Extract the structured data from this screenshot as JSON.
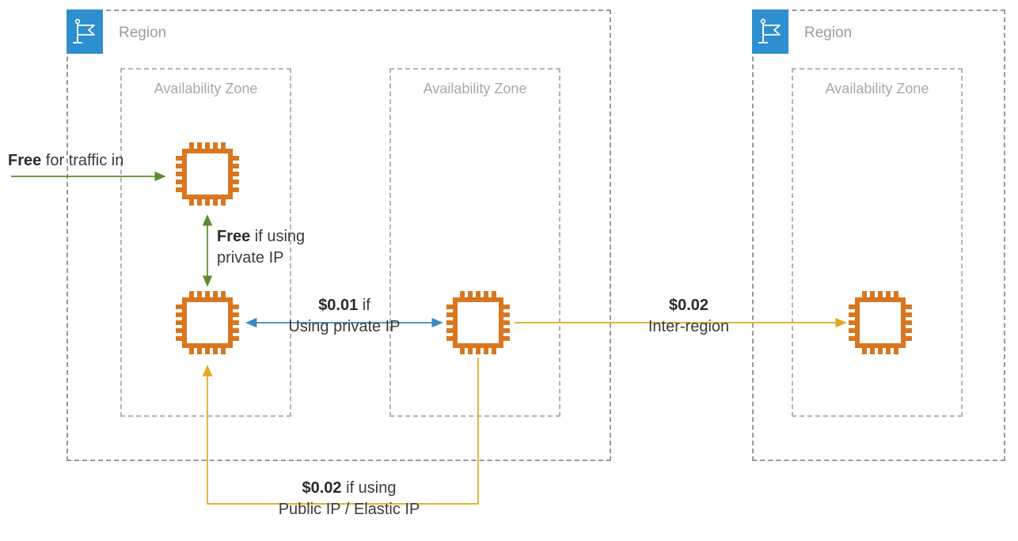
{
  "diagram": {
    "title": "AWS data transfer cost diagram",
    "colors": {
      "region_flag_bg": "#2d8fd0",
      "ec2_orange": "#d9761f",
      "green_arrow": "#5d8c2f",
      "blue_arrow": "#3a8ac4",
      "amber_arrow": "#e3a81e",
      "dashed_gray": "#9a9a9a",
      "label_gray": "#a0a0a0",
      "text_dark": "#3b3b3b"
    },
    "regions": [
      {
        "id": "region-left",
        "label": "Region",
        "icon": "flag-icon"
      },
      {
        "id": "region-right",
        "label": "Region",
        "icon": "flag-icon"
      }
    ],
    "availability_zones": [
      {
        "id": "az-1",
        "label": "Availability Zone"
      },
      {
        "id": "az-2",
        "label": "Availability Zone"
      },
      {
        "id": "az-3",
        "label": "Availability Zone"
      }
    ],
    "instances": [
      {
        "id": "ec2-az1-top",
        "icon": "ec2-instance-icon"
      },
      {
        "id": "ec2-az1-bottom",
        "icon": "ec2-instance-icon"
      },
      {
        "id": "ec2-az2",
        "icon": "ec2-instance-icon"
      },
      {
        "id": "ec2-region2",
        "icon": "ec2-instance-icon"
      }
    ],
    "edges": [
      {
        "id": "traffic-in",
        "price": "Free",
        "text": " for traffic in",
        "line2": "",
        "color": "#5d8c2f",
        "direction": "one-way"
      },
      {
        "id": "intra-az-private-ip",
        "price": "Free",
        "text": " if using",
        "line2": "private IP",
        "color": "#5d8c2f",
        "direction": "two-way"
      },
      {
        "id": "cross-az-private-ip",
        "price": "$0.01",
        "text": " if",
        "line2": "Using private IP",
        "color": "#3a8ac4",
        "direction": "two-way"
      },
      {
        "id": "inter-region",
        "price": "$0.02",
        "text": "",
        "line2": "Inter-region",
        "color": "#e3a81e",
        "direction": "one-way"
      },
      {
        "id": "public-elastic-ip",
        "price": "$0.02",
        "text": " if using",
        "line2": "Public IP / Elastic IP",
        "color": "#e3a81e",
        "direction": "one-way"
      }
    ]
  }
}
